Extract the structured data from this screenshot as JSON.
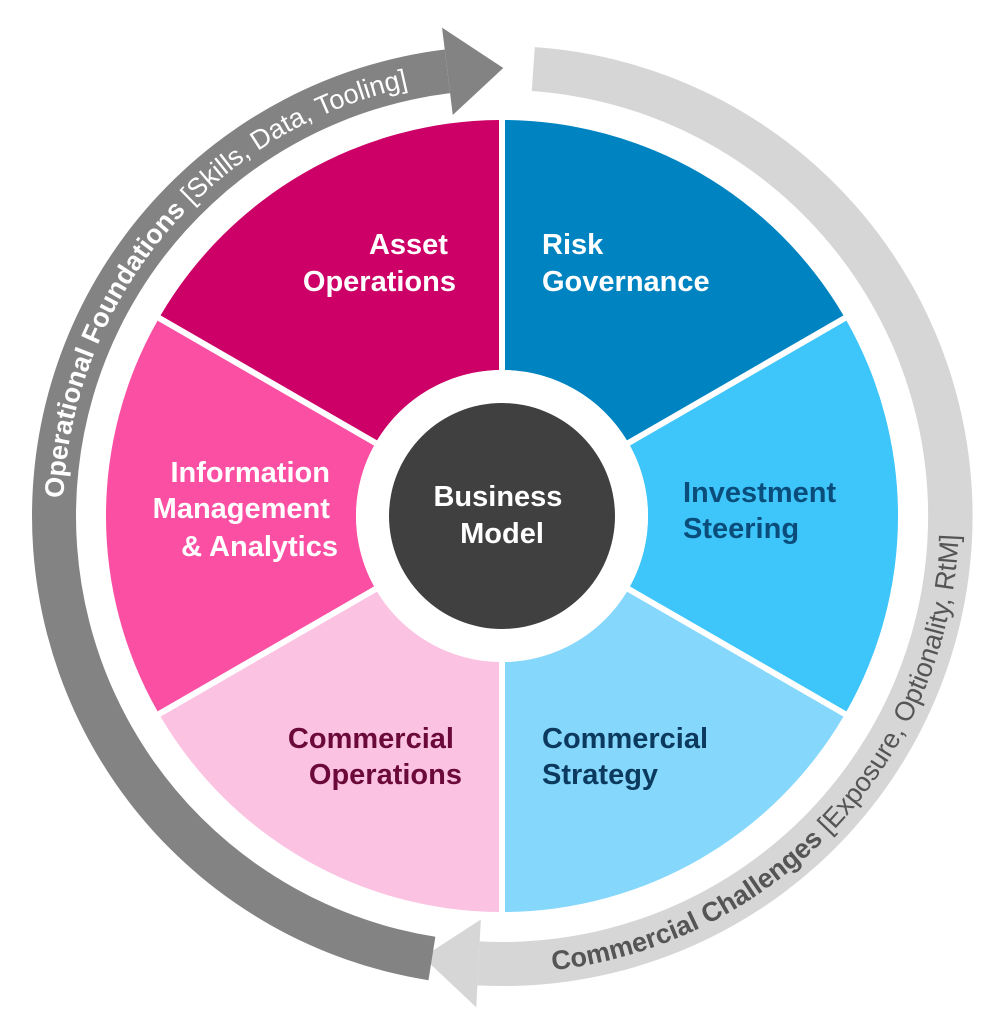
{
  "center": {
    "line1": "Business",
    "line2": "Model",
    "color": "#404040"
  },
  "segments": [
    {
      "id": "asset-operations",
      "lines": [
        "Asset",
        "Operations"
      ],
      "fill": "#cc0066",
      "text_color": "#ffffff"
    },
    {
      "id": "risk-governance",
      "lines": [
        "Risk",
        "Governance"
      ],
      "fill": "#0084c1",
      "text_color": "#ffffff"
    },
    {
      "id": "investment-steering",
      "lines": [
        "Investment",
        "Steering"
      ],
      "fill": "#3ec5fa",
      "text_color": "#0b4d7a"
    },
    {
      "id": "commercial-strategy",
      "lines": [
        "Commercial",
        "Strategy"
      ],
      "fill": "#85d7fb",
      "text_color": "#0b3a5e"
    },
    {
      "id": "commercial-operations",
      "lines": [
        "Commercial",
        "Operations"
      ],
      "fill": "#fcc2e2",
      "text_color": "#6b0a3a"
    },
    {
      "id": "information-management",
      "lines": [
        "Information",
        "Management",
        "& Analytics"
      ],
      "fill": "#fb4fa3",
      "text_color": "#ffffff"
    }
  ],
  "outer_ring": {
    "left_arrow": {
      "bold": "Operational Foundations",
      "normal": "[Skills, Data, Tooling]",
      "color": "#838383"
    },
    "right_arrow": {
      "bold": "Commercial Challenges",
      "normal": "[Exposure, Optionality, RtM]",
      "color": "#d6d6d6"
    }
  }
}
